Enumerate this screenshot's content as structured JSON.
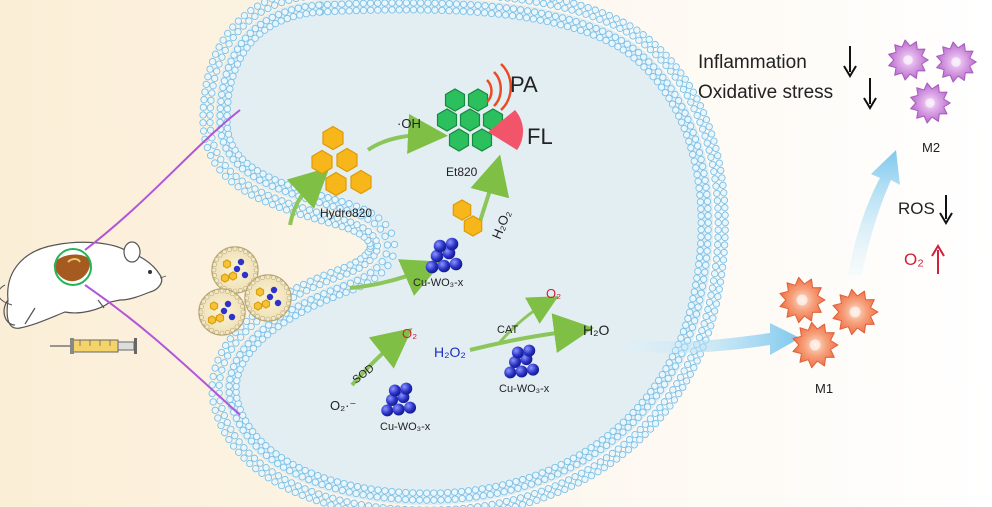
{
  "colors": {
    "bg_left": "#fbf1df",
    "cytoplasm": "#e3eef3",
    "membrane_dot": "#bfe3f7",
    "membrane_dot_stroke": "#6fb4de",
    "hexagon_yellow": "#f7b61a",
    "hexagon_green": "#22b457",
    "nanoparticle": "#2b33c8",
    "arrow_green": "#9ccd6a",
    "o2_red": "#d0203a",
    "h2o2_blue": "#1b2fbf",
    "pa_orange": "#ea4b24",
    "fl_red": "#f2556a",
    "m1_cell": "#f4855c",
    "m2_cell": "#c986d6",
    "flow_arrow": "#8fd0f1",
    "liver": "#a55a1f",
    "lines_purple": "#b255d8"
  },
  "icons": [
    "mouse-icon",
    "syringe-icon",
    "liver-icon",
    "macrophage-icon",
    "nanoparticle-icon",
    "hexagon-molecule-icon",
    "liposome-icon"
  ],
  "labels": {
    "oh": "·OH",
    "pa": "PA",
    "fl": "FL",
    "et820": "Et820",
    "hydro820": "Hydro820",
    "h2o2_diag": "H₂O₂",
    "cu_wo3x_1": "Cu-WO₃-x",
    "o2_top": "O₂",
    "cat": "CAT",
    "h2o": "H₂O",
    "o2_mid": "O₂",
    "sod": "SOD",
    "h2o2_mid": "H₂O₂",
    "cu_wo3x_2": "Cu-WO₃-x",
    "superoxide": "O₂·⁻",
    "cu_wo3x_3": "Cu-WO₃-x",
    "inflammation": "Inflammation",
    "oxidative_stress": "Oxidative stress",
    "m2": "M2",
    "ros": "ROS",
    "o2_right": "O₂",
    "m1": "M1"
  }
}
